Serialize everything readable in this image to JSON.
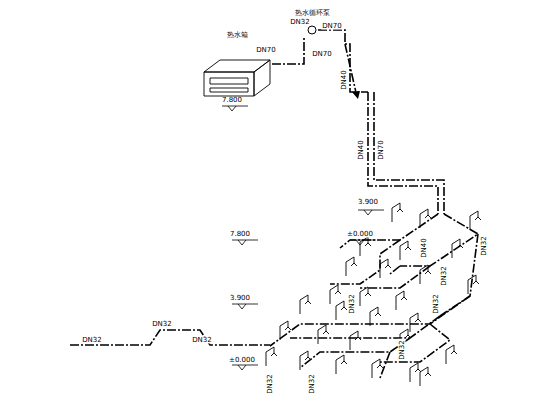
{
  "diagram": {
    "nodes": [
      {
        "text": [
          "热水箱"
        ]
      },
      {
        "text": [
          "热水循环泵"
        ]
      }
    ],
    "edges": [
      {
        "from": 0,
        "to": 1,
        "arrow": "none"
      }
    ],
    "labels": [
      "DN32",
      "DN70",
      "DN70",
      "DN70",
      "7.800",
      "DN40",
      "DN40",
      "DN70",
      "3.900",
      "7.800",
      "±0.000",
      "DN40",
      "DN32",
      "DN32",
      "3.900",
      "DN32",
      "DN32",
      "DN32",
      "DN32",
      "±0.000",
      "DN32",
      "DN32",
      "DN32",
      "DN32"
    ]
  }
}
